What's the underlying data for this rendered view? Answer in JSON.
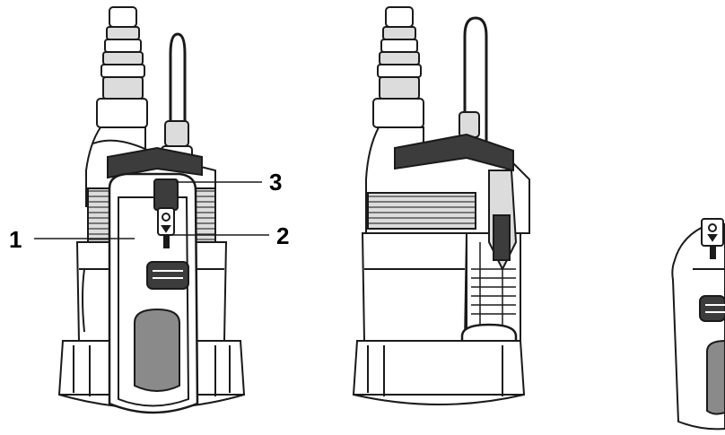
{
  "callouts": [
    {
      "label": "1"
    },
    {
      "label": "2"
    },
    {
      "label": "3"
    }
  ],
  "colors": {
    "line": "#1a1a1a",
    "dark_fill": "#3c3c3c",
    "mid_fill": "#8a8a8a",
    "light_fill": "#dcdcdc",
    "background": "#ffffff"
  }
}
